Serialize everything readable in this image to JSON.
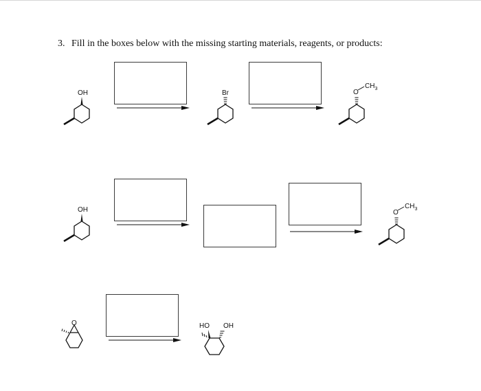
{
  "question": {
    "number": "3.",
    "text": "Fill in the boxes below with the missing starting materials, reagents, or products:"
  },
  "labels": {
    "oh": "OH",
    "ho": "HO",
    "br": "Br",
    "o": "O",
    "ch": "CH",
    "three": "3"
  }
}
